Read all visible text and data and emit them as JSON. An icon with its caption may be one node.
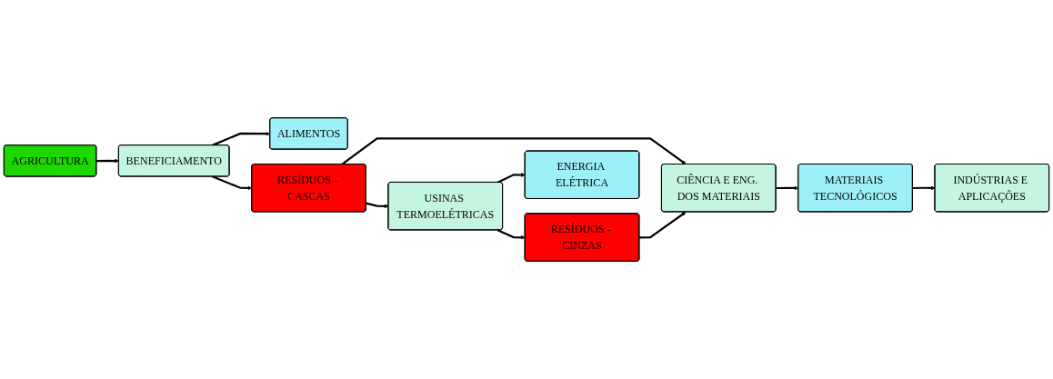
{
  "diagram": {
    "nodes": [
      {
        "text": [
          "AGRICULTURA"
        ]
      },
      {
        "text": [
          "BENEFICIAMENTO"
        ]
      },
      {
        "text": [
          "ALIMENTOS"
        ]
      },
      {
        "text": [
          "RESÍDUOS - CASCAS"
        ]
      },
      {
        "text": [
          "USINAS TERMOELÉTRICAS"
        ]
      },
      {
        "text": [
          "MATERIAIS TECNOLÓGICOS"
        ]
      },
      {
        "text": [
          "CIÊNCIA E ENG. DOS MATERIAIS"
        ]
      },
      {
        "text": [
          "RESÍDUOS - CINZAS"
        ]
      },
      {
        "text": [
          "INDÚSTRIAS E APLICAÇÕES"
        ]
      },
      {
        "text": [
          "ENERGIA ELÉTRICA"
        ]
      }
    ],
    "edges": [
      {
        "from": 0,
        "to": 1,
        "arrow": "to"
      },
      {
        "from": 1,
        "to": 2,
        "arrow": "to"
      },
      {
        "from": 1,
        "to": 3,
        "arrow": "to"
      },
      {
        "from": 3,
        "to": 4,
        "arrow": "to"
      },
      {
        "from": 3,
        "to": 6,
        "arrow": "to"
      },
      {
        "from": 4,
        "to": 7,
        "arrow": "to"
      },
      {
        "from": 7,
        "to": 6,
        "arrow": "to"
      },
      {
        "from": 6,
        "to": 5,
        "arrow": "to"
      },
      {
        "from": 5,
        "to": 8,
        "arrow": "to"
      },
      {
        "from": 4,
        "to": 9,
        "arrow": "to"
      }
    ]
  }
}
